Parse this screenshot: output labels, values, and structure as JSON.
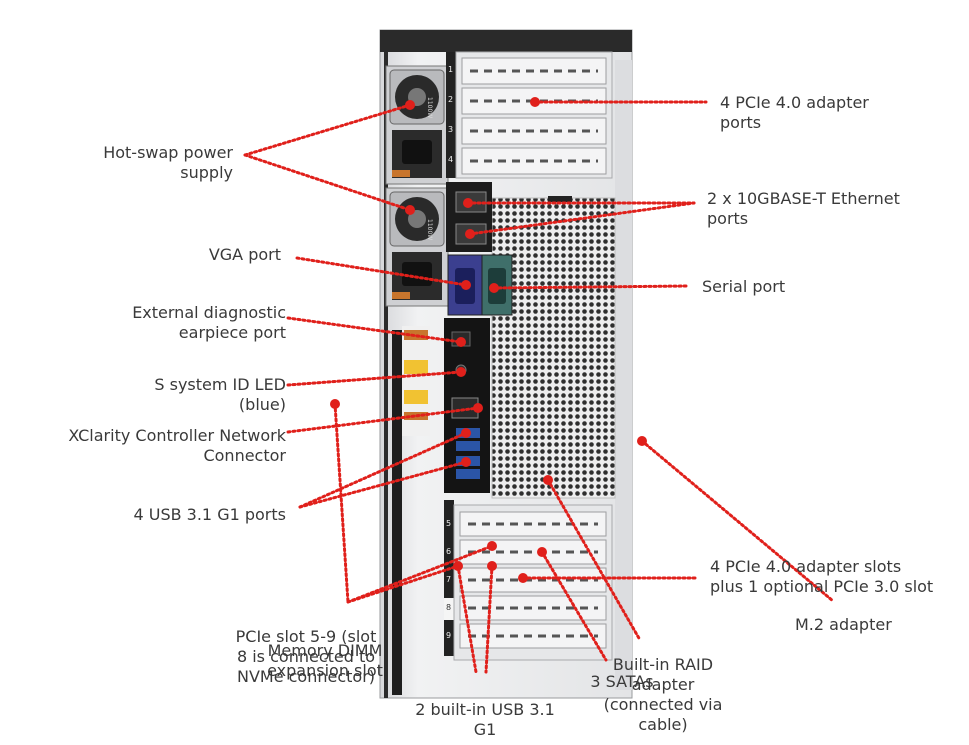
{
  "labels": {
    "hot_swap_power": [
      "Hot-swap power",
      "supply"
    ],
    "vga_port": [
      "VGA port"
    ],
    "external_diag": [
      "External diagnostic",
      "earpiece port"
    ],
    "system_id_led": [
      "S system ID LED",
      "(blue)"
    ],
    "xclarity": [
      "XClarity Controller Network",
      "Connector"
    ],
    "usb_ports": [
      "4 USB 3.1 G1 ports"
    ],
    "pcie_adapter_ports": [
      "4 PCIe 4.0 adapter",
      "ports"
    ],
    "ethernet": [
      "2 x 10GBASE-T Ethernet",
      "ports"
    ],
    "serial_port": [
      "Serial port"
    ],
    "pcie_slots_lower": [
      "4 PCIe 4.0 adapter slots",
      "plus 1 optional PCIe 3.0 slot"
    ],
    "m2_adapter": [
      "M.2 adapter"
    ],
    "pcie_slot_5_9": [
      "PCIe slot 5-9 (slot",
      "8 is connected to",
      "NVMe connector)"
    ],
    "memory_dimm": [
      "Memory DIMM",
      "expansion slot"
    ],
    "builtin_usb": [
      "2 built-in USB 3.1",
      "G1"
    ],
    "sata": [
      "3 SATAs"
    ],
    "raid": [
      "Built-in RAID",
      "adapter",
      "(connected via",
      "cable)"
    ]
  },
  "slot_numbers": [
    "1",
    "2",
    "3",
    "4",
    "5",
    "6",
    "7",
    "8",
    "9"
  ],
  "psu_rating": "1100W",
  "colors": {
    "callout": "#e0201b",
    "chassis": "#e9eaec",
    "chassis_dark": "#1e1e1e",
    "label_text": "#3a3a3a",
    "vga": "#3b3f8f",
    "serial": "#3f6f6a"
  }
}
